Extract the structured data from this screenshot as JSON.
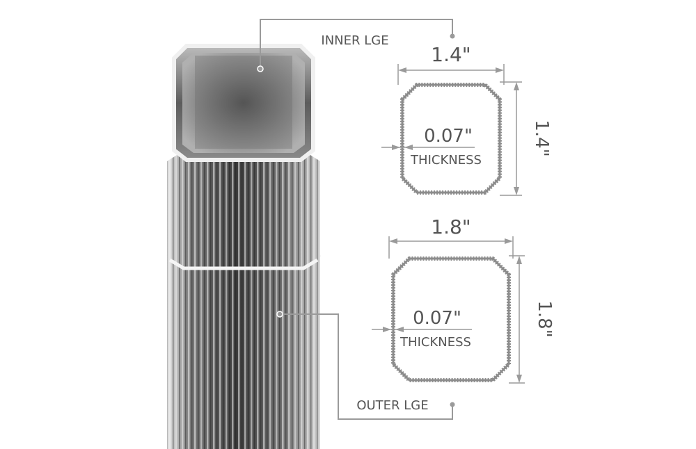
{
  "inner": {
    "callout": "INNER LGE",
    "width": "1.4\"",
    "height": "1.4\"",
    "thickness_value": "0.07\"",
    "thickness_word": "THICKNESS"
  },
  "outer": {
    "callout": "OUTER LGE",
    "width": "1.8\"",
    "height": "1.8\"",
    "thickness_value": "0.07\"",
    "thickness_word": "THICKNESS"
  },
  "colors": {
    "line": "#9a9a9a",
    "text": "#555555",
    "profile": "#8c8c8c",
    "tube_dark": "#3a3a3a",
    "tube_light": "#d8d8d8"
  }
}
